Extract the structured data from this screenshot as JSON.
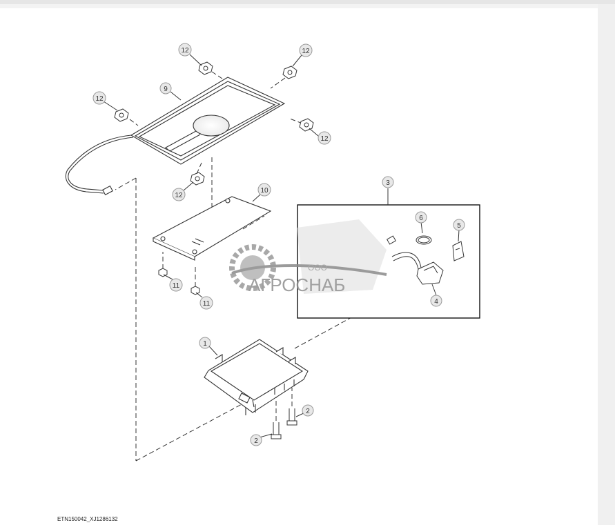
{
  "figure_id": "ETN150042_XJ1286132",
  "callouts": {
    "c1": "1",
    "c2a": "2",
    "c2b": "2",
    "c3": "3",
    "c4": "4",
    "c5": "5",
    "c6": "6",
    "c9": "9",
    "c10": "10",
    "c11a": "11",
    "c11b": "11",
    "c12a": "12",
    "c12b": "12",
    "c12c": "12",
    "c12d": "12",
    "c12e": "12"
  },
  "watermark": {
    "company_prefix": "ООО",
    "company_name": "АГРОСНАБ"
  },
  "colors": {
    "line": "#333333",
    "callout_fill": "#e8e8e8",
    "callout_stroke": "#999999",
    "watermark_gray": "#9a9a9a"
  }
}
